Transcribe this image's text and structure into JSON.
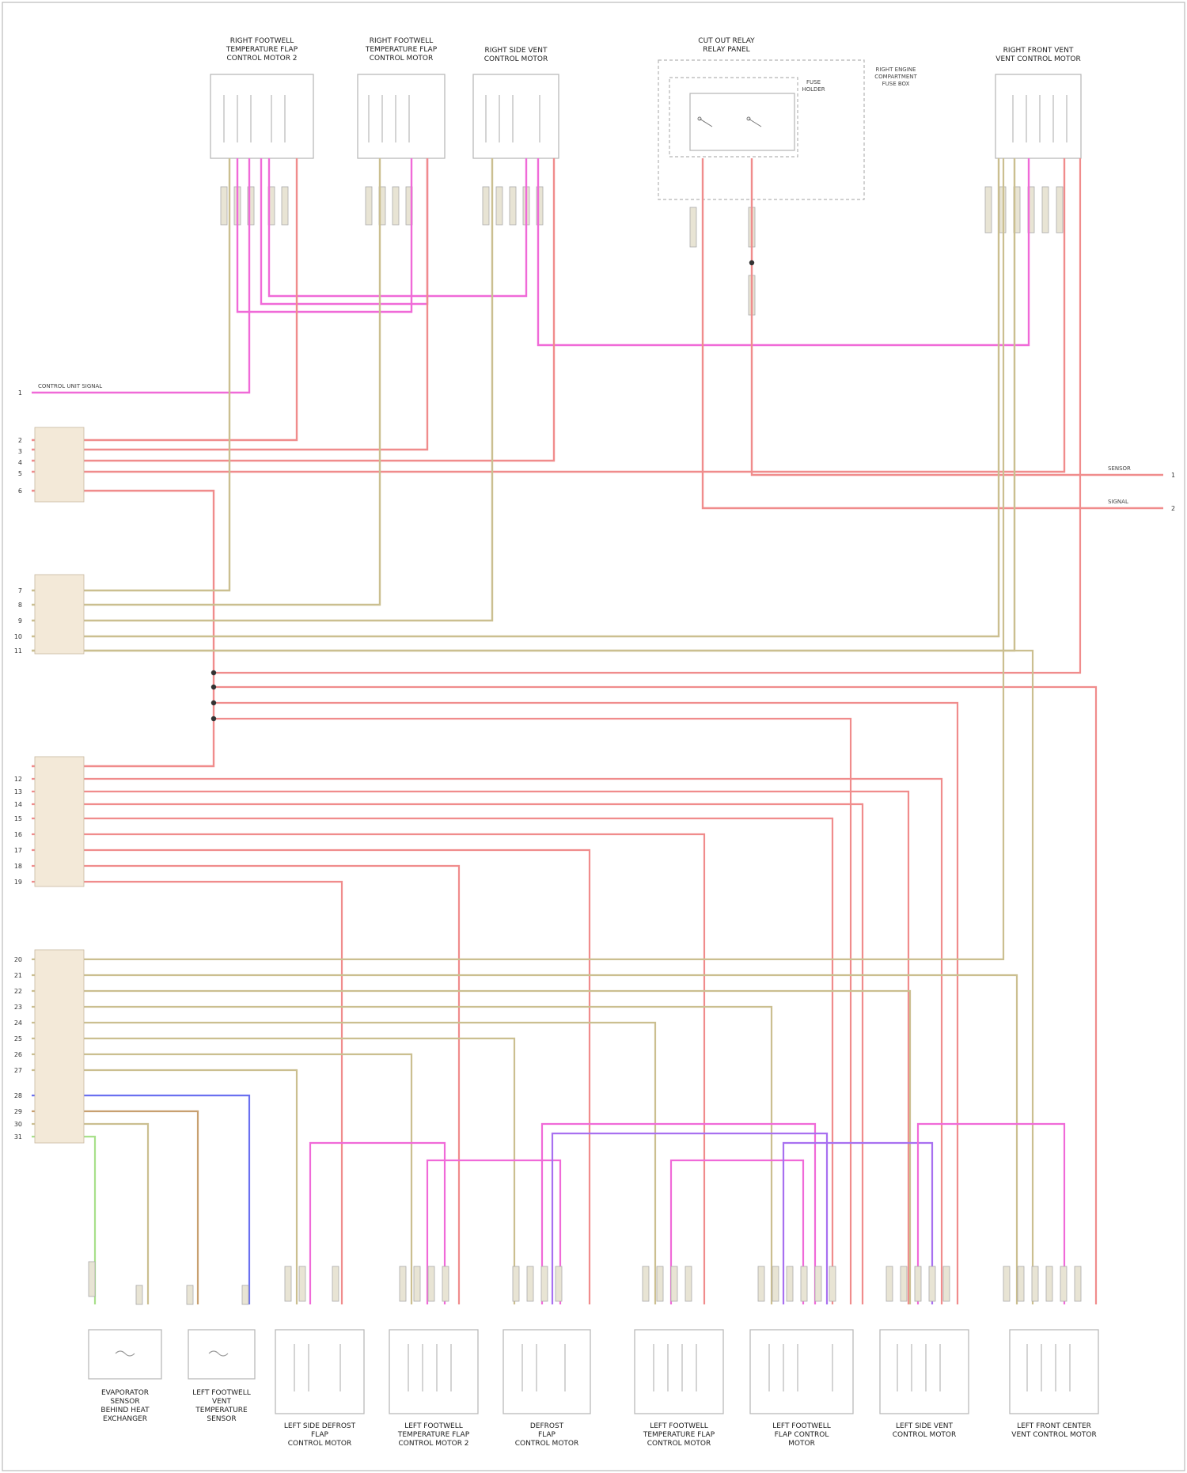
{
  "diagram": {
    "footer": "",
    "top_components": [
      {
        "id": "c1",
        "label": [
          "RIGHT FOOTWELL",
          "TEMPERATURE FLAP",
          "CONTROL MOTOR 2"
        ]
      },
      {
        "id": "c2",
        "label": [
          "RIGHT FOOTWELL",
          "TEMPERATURE FLAP",
          "CONTROL MOTOR"
        ]
      },
      {
        "id": "c3",
        "label": [
          "RIGHT SIDE VENT",
          "CONTROL MOTOR"
        ]
      },
      {
        "id": "c4",
        "label": [
          "CUT OUT RELAY",
          "RELAY PANEL"
        ]
      },
      {
        "id": "c5",
        "label": [
          "RIGHT FRONT VENT",
          "VENT CONTROL MOTOR"
        ]
      }
    ],
    "relay_sublabels": {
      "inner": [
        "FUSE",
        "HOLDER"
      ],
      "outer": [
        "RIGHT ENGINE",
        "COMPARTMENT",
        "FUSE BOX"
      ]
    },
    "bottom_components": [
      {
        "id": "b1",
        "label": [
          "EVAPORATOR",
          "SENSOR",
          "BEHIND HEAT",
          "EXCHANGER"
        ]
      },
      {
        "id": "b2",
        "label": [
          "LEFT FOOTWELL",
          "VENT",
          "TEMPERATURE",
          "SENSOR"
        ]
      },
      {
        "id": "b3",
        "label": [
          "LEFT SIDE DEFROST",
          "FLAP",
          "CONTROL MOTOR"
        ]
      },
      {
        "id": "b4",
        "label": [
          "LEFT FOOTWELL",
          "TEMPERATURE FLAP",
          "CONTROL MOTOR 2"
        ]
      },
      {
        "id": "b5",
        "label": [
          "DEFROST",
          "FLAP",
          "CONTROL MOTOR"
        ]
      },
      {
        "id": "b6",
        "label": [
          "LEFT FOOTWELL",
          "TEMPERATURE FLAP",
          "CONTROL MOTOR"
        ]
      },
      {
        "id": "b7",
        "label": [
          "LEFT FOOTWELL",
          "FLAP CONTROL",
          "MOTOR"
        ]
      },
      {
        "id": "b8",
        "label": [
          "LEFT SIDE VENT",
          "CONTROL MOTOR"
        ]
      },
      {
        "id": "b9",
        "label": [
          "LEFT FRONT CENTER",
          "VENT CONTROL MOTOR"
        ]
      }
    ],
    "left_connector_group1": {
      "first": {
        "pin": "1",
        "label": "CONTROL UNIT SIGNAL"
      },
      "pins": [
        "2",
        "3",
        "4",
        "5",
        "6"
      ]
    },
    "left_connector_group2": {
      "pins": [
        "7",
        "8",
        "9",
        "10",
        "11"
      ]
    },
    "left_connector_group3": {
      "pins": [
        "12",
        "13",
        "14",
        "15",
        "16",
        "17",
        "18",
        "19"
      ]
    },
    "left_connector_group4": {
      "pins": [
        "20",
        "21",
        "22",
        "23",
        "24",
        "25",
        "26",
        "27",
        "28",
        "29",
        "30",
        "31"
      ]
    },
    "right_terminals": [
      {
        "label": "SENSOR",
        "pin": "1"
      },
      {
        "label": "SIGNAL",
        "pin": "2"
      }
    ],
    "colors": {
      "red": "#f08c8c",
      "pink": "#f06ad8",
      "tan": "#cbbf90",
      "purple": "#a870f0",
      "blue": "#6a70f0",
      "green": "#a8e08a",
      "brown": "#c8a070"
    }
  }
}
